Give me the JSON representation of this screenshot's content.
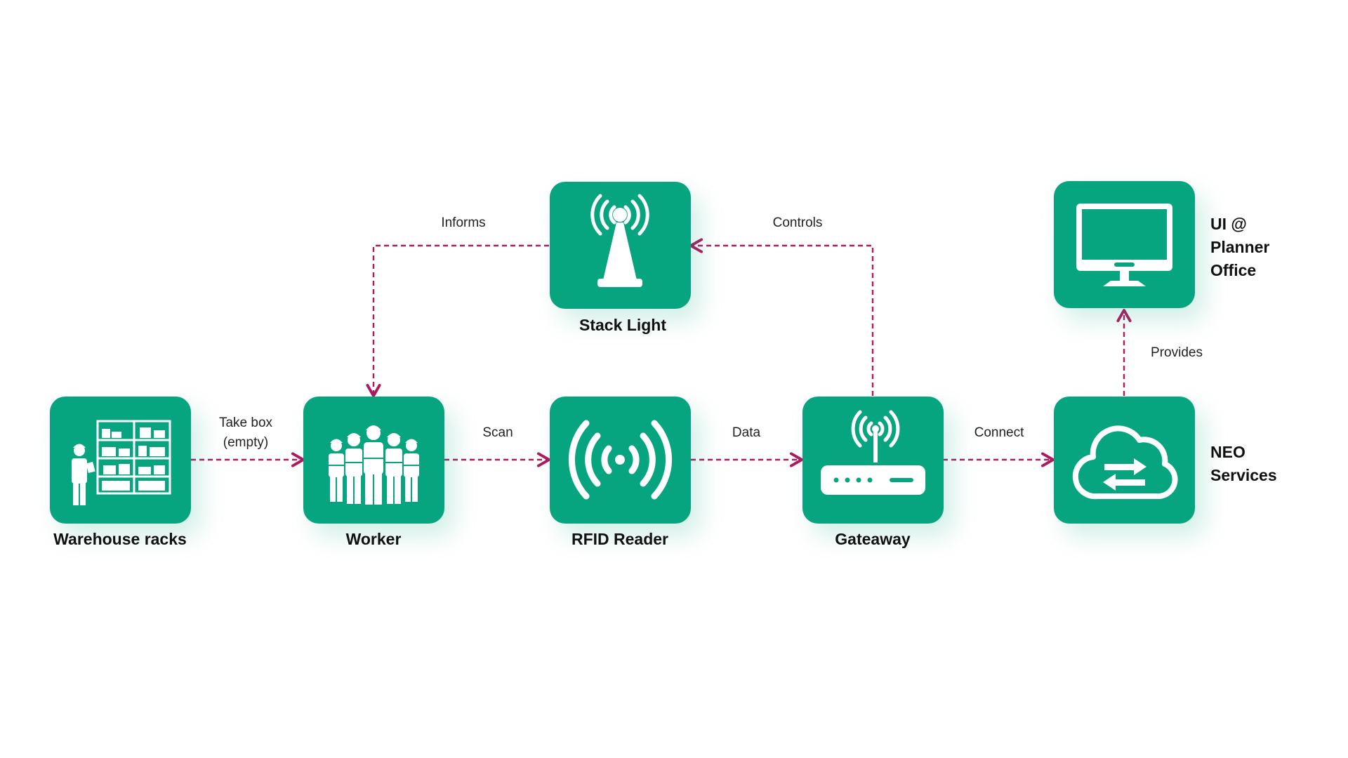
{
  "nodes": {
    "warehouse": {
      "label": "Warehouse racks",
      "icon": "warehouse-worker-icon"
    },
    "worker": {
      "label": "Worker",
      "icon": "workers-group-icon"
    },
    "rfid": {
      "label": "RFID Reader",
      "icon": "rfid-signal-icon"
    },
    "gateway": {
      "label": "Gateaway",
      "icon": "router-icon"
    },
    "neo": {
      "label_lines": [
        "NEO",
        "Services"
      ],
      "icon": "cloud-sync-icon"
    },
    "stack_light": {
      "label": "Stack Light",
      "icon": "signal-tower-icon"
    },
    "ui": {
      "label_lines": [
        "UI @",
        "Planner",
        "Office"
      ],
      "icon": "monitor-icon"
    }
  },
  "edges": {
    "take_box": {
      "line1": "Take box",
      "line2": "(empty)"
    },
    "scan": {
      "label": "Scan"
    },
    "data": {
      "label": "Data"
    },
    "connect": {
      "label": "Connect"
    },
    "informs": {
      "label": "Informs"
    },
    "controls": {
      "label": "Controls"
    },
    "provides": {
      "label": "Provides"
    }
  },
  "colors": {
    "node_fill": "#07a57f",
    "arrow": "#b0195f",
    "icon": "#ffffff",
    "text": "#111111"
  }
}
